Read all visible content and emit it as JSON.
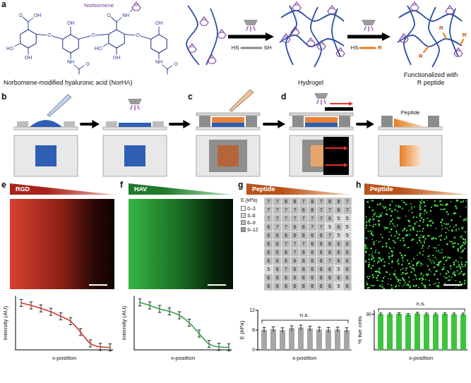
{
  "diagram": {
    "nodes": [
      {
        "text": [
          "Norbornene-modified hyaluronic acid (NorHA)"
        ]
      },
      {
        "text": [
          "Hydrogel"
        ]
      },
      {
        "text": [
          "Functionalized with R peptide"
        ]
      }
    ],
    "edges": [
      {
        "from": 0,
        "to": 1,
        "arrow": "to"
      },
      {
        "from": 1,
        "to": 2,
        "arrow": "to"
      }
    ],
    "labels": [
      "a",
      "Norbornene",
      "O",
      "OH",
      "HO",
      "OH",
      "O",
      "OH",
      "NH",
      "O",
      "O",
      "O",
      "NH",
      "HO",
      "OH",
      "O",
      "OH",
      "NH",
      "O",
      "HS",
      "SH",
      "HS",
      "R",
      "R",
      "R",
      "R",
      "b",
      "c",
      "d",
      "Peptide",
      "e",
      "RGD",
      "Intensity (AU)",
      "x-position",
      "f",
      "HAV",
      "Intensity (AU)",
      "x-position",
      "g",
      "Peptide",
      "E (kPa)",
      "7",
      "7",
      "8",
      "8",
      "7",
      "8",
      "7",
      "8",
      "8",
      "7",
      "7",
      "7",
      "7",
      "7",
      "6",
      "8",
      "7",
      "7",
      "8",
      "7",
      "7",
      "7",
      "7",
      "7",
      "7",
      "7",
      "7",
      "6",
      "5",
      "5",
      "6",
      "7",
      "7",
      "6",
      "6",
      "7",
      "7",
      "5",
      "6",
      "5",
      "6",
      "6",
      "6",
      "6",
      "6",
      "6",
      "6",
      "7",
      "5",
      "5",
      "6",
      "6",
      "7",
      "7",
      "7",
      "6",
      "6",
      "6",
      "6",
      "6",
      "6",
      "6",
      "6",
      "7",
      "6",
      "6",
      "6",
      "6",
      "6",
      "6",
      "6",
      "6",
      "6",
      "6",
      "6",
      "6",
      "6",
      "7",
      "6",
      "6",
      "5",
      "6",
      "7",
      "6",
      "6",
      "6",
      "6",
      "6",
      "5",
      "6",
      "6",
      "6",
      "6",
      "6",
      "6",
      "6",
      "6",
      "6",
      "6",
      "6",
      "6",
      "6",
      "6",
      "6",
      "6",
      "6",
      "6",
      "6",
      "5",
      "6",
      "12",
      "6",
      "0",
      "E (kPa)",
      "n.s.",
      "x-position",
      "h",
      "Peptide",
      "90",
      "% live cells",
      "n.s.",
      "x-position"
    ],
    "legend": [
      {
        "text": "0–3",
        "color": "#f2f2f2"
      },
      {
        "text": "3–6",
        "color": "#d9d9d9"
      },
      {
        "text": "6–9",
        "color": "#bdbdbd"
      },
      {
        "text": "9–12",
        "color": "#969696"
      }
    ]
  }
}
